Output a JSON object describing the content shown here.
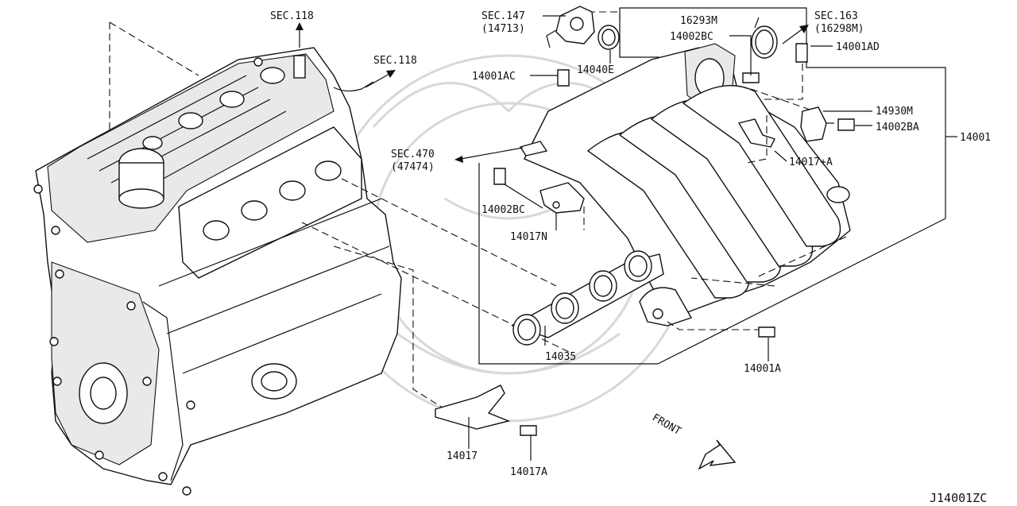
{
  "diagram_code": "J14001ZC",
  "front_label": "FRONT",
  "labels": {
    "sec118_top": "SEC.118",
    "sec118_right": "SEC.118",
    "sec147": "SEC.147",
    "sec147_sub": "(14713)",
    "sec163": "SEC.163",
    "sec163_sub": "(16298M)",
    "sec470": "SEC.470",
    "sec470_sub": "(47474)",
    "p16293M": "16293M",
    "p14002BC_top": "14002BC",
    "p14001AD": "14001AD",
    "p14001AC": "14001AC",
    "p14040E": "14040E",
    "p14930M": "14930M",
    "p14002BA": "14002BA",
    "p14001": "14001",
    "p14017plusA": "14017+A",
    "p14002BC_left": "14002BC",
    "p14017N": "14017N",
    "p14035": "14035",
    "p14001A": "14001A",
    "p14017": "14017",
    "p14017A": "14017A"
  }
}
